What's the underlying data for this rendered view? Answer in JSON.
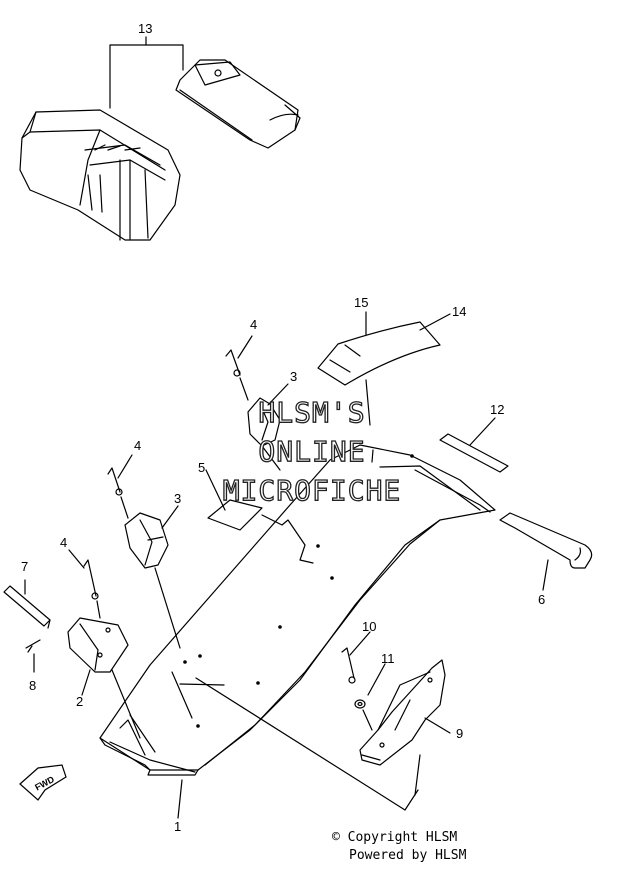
{
  "callouts": [
    "13",
    "15",
    "14",
    "4",
    "3",
    "12",
    "4",
    "5",
    "3",
    "7",
    "4",
    "6",
    "10",
    "11",
    "8",
    "2",
    "9",
    "1"
  ],
  "fwd_label": "FWD",
  "watermark": [
    "HLSM'S",
    "ONLINE",
    "MICROFICHE"
  ],
  "copyright": "© Copyright HLSM",
  "powered": "Powered by HLSM",
  "colors": {
    "line": "#000000",
    "background": "#ffffff"
  }
}
